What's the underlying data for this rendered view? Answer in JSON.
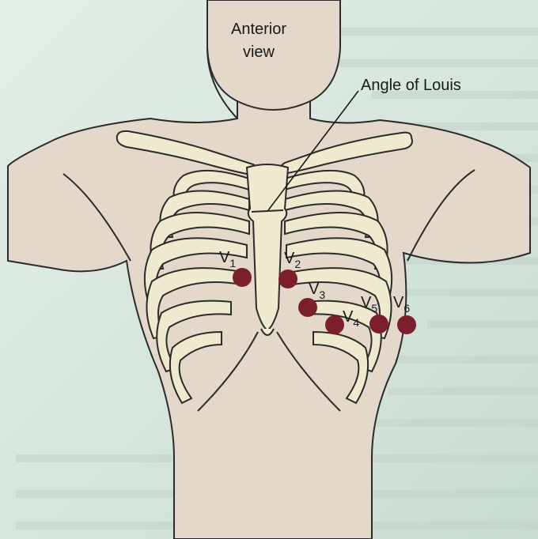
{
  "title": {
    "line1": "Anterior",
    "line2": "view"
  },
  "landmark": {
    "label": "Angle of Louis"
  },
  "leads": [
    {
      "id": "V1",
      "main": "V",
      "sub": "1"
    },
    {
      "id": "V2",
      "main": "V",
      "sub": "2"
    },
    {
      "id": "V3",
      "main": "V",
      "sub": "3"
    },
    {
      "id": "V4",
      "main": "V",
      "sub": "4"
    },
    {
      "id": "V5",
      "main": "V",
      "sub": "5"
    },
    {
      "id": "V6",
      "main": "V",
      "sub": "6"
    }
  ],
  "colors": {
    "background": "#d9e8df",
    "skin": "#e6d9cc",
    "bone": "#efe9cf",
    "outline": "#2b2b2b",
    "electrode": "#7a1f2b"
  }
}
